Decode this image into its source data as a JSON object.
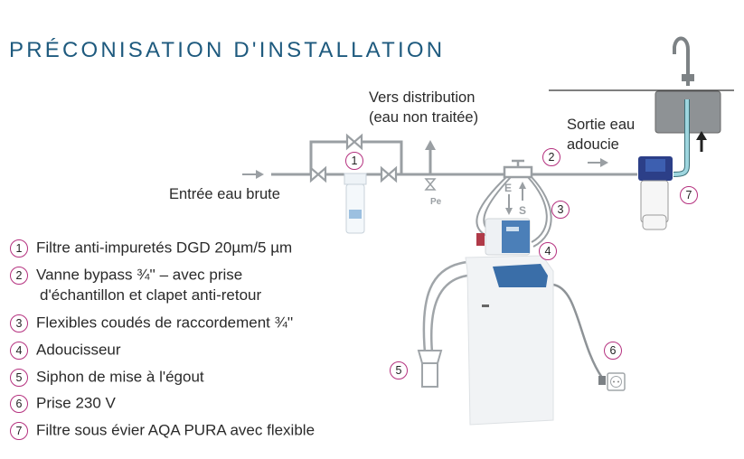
{
  "title": "PRÉCONISATION D'INSTALLATION",
  "diagram": {
    "inlet_label": "Entrée eau brute",
    "distribution_label_1": "Vers distribution",
    "distribution_label_2": "(eau non traitée)",
    "outlet_label_1": "Sortie eau",
    "outlet_label_2": "adoucie",
    "sample_point": "Pe",
    "inlet_mark": "E",
    "outlet_mark": "S",
    "callouts": [
      "1",
      "2",
      "3",
      "4",
      "5",
      "6",
      "7"
    ],
    "colors": {
      "pipe": "#9a9fa3",
      "callout": "#b5317f",
      "title": "#1e5a7e",
      "blue": "#2f5fa0",
      "hose": "#8fd0d8"
    }
  },
  "legend": [
    {
      "num": "1",
      "text": "Filtre anti-impuretés DGD 20µm/5 µm"
    },
    {
      "num": "2",
      "text": "Vanne bypass ¾'' – avec prise",
      "text2": "d'échantillon et clapet anti-retour"
    },
    {
      "num": "3",
      "text": "Flexibles coudés de raccordement ¾''"
    },
    {
      "num": "4",
      "text": "Adoucisseur"
    },
    {
      "num": "5",
      "text": "Siphon de mise à l'égout"
    },
    {
      "num": "6",
      "text": "Prise 230 V"
    },
    {
      "num": "7",
      "text": "Filtre sous évier AQA PURA avec flexible"
    }
  ]
}
